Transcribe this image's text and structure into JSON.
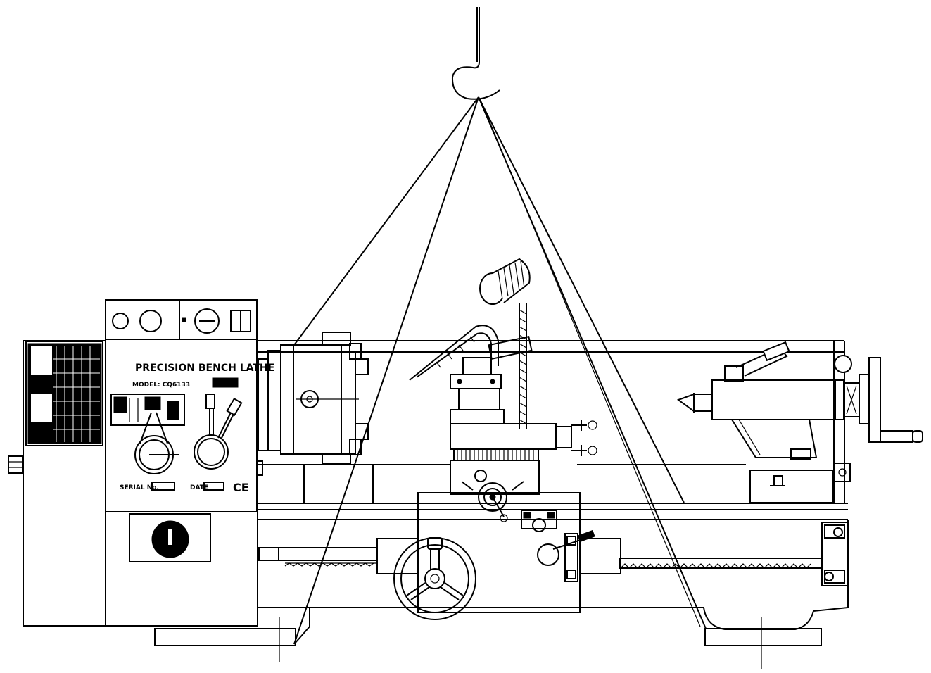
{
  "nameplate": {
    "title": "PRECISION BENCH LATHE",
    "model": "MODEL: CQ6133"
  },
  "panel_labels": {
    "serial": "SERIAL No.",
    "date": "DATE",
    "ce_mark": "CE"
  },
  "apron_labels": {
    "indicator_1": "",
    "indicator_2": ""
  },
  "colors": {
    "line": "#000000",
    "background": "#ffffff"
  }
}
